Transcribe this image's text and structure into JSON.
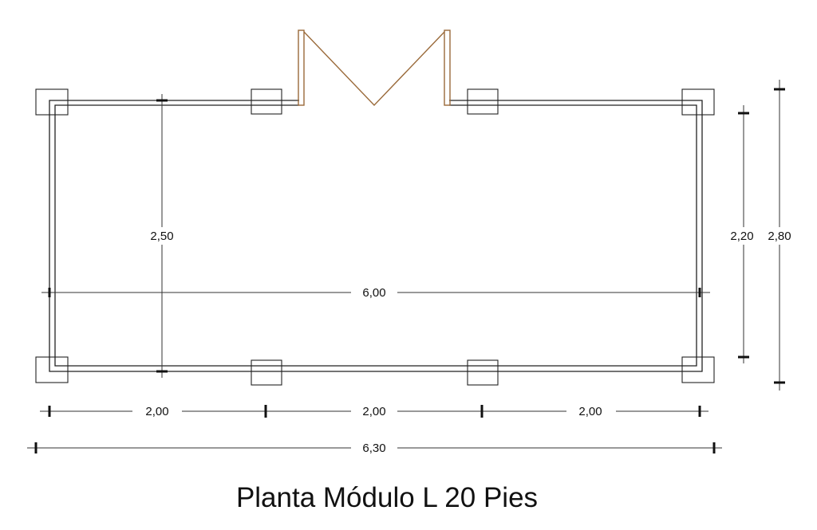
{
  "title": "Planta Módulo L 20 Pies",
  "dimensions": {
    "interior_depth": "2,50",
    "interior_length": "6,00",
    "wall_depth": "2,20",
    "overall_depth": "2,80",
    "bay_1": "2,00",
    "bay_2": "2,00",
    "bay_3": "2,00",
    "overall_length": "6,30"
  },
  "colors": {
    "lines": "#222222",
    "door": "#9a6a3a"
  }
}
